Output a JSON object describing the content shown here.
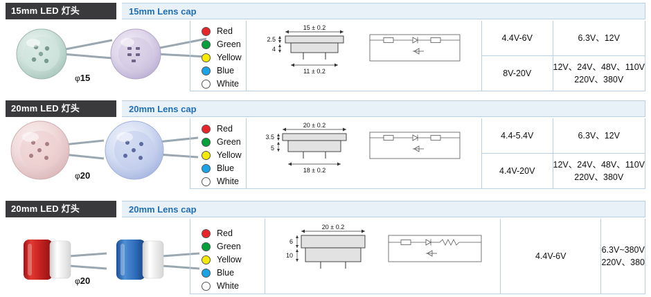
{
  "blocks": [
    {
      "id": "block-15mm",
      "header_dark": "15mm LED 灯头",
      "header_light": "15mm Lens cap",
      "diameter_label_prefix": "φ",
      "diameter_label_value": "15",
      "colors": [
        "Red",
        "Green",
        "Yellow",
        "Blue",
        "White"
      ],
      "color_hexes": [
        "#e8242a",
        "#00a13a",
        "#f5ea00",
        "#1ba3e8",
        "#ffffff"
      ],
      "drawing": {
        "width_dim": "15 ± 0.2",
        "base_dim": "11 ± 0.2",
        "height_dims": [
          "2.5",
          "4"
        ]
      },
      "dc_voltages": [
        "4.4V-6V",
        "8V-20V"
      ],
      "ac_voltages": [
        [
          "6.3V、12V"
        ],
        [
          "12V、24V、48V、110V",
          "220V、380V"
        ]
      ]
    },
    {
      "id": "block-20mm-a",
      "header_dark": "20mm LED 灯头",
      "header_light": "20mm Lens cap",
      "diameter_label_prefix": "φ",
      "diameter_label_value": "20",
      "colors": [
        "Red",
        "Green",
        "Yellow",
        "Blue",
        "White"
      ],
      "color_hexes": [
        "#e8242a",
        "#00a13a",
        "#f5ea00",
        "#1ba3e8",
        "#ffffff"
      ],
      "drawing": {
        "width_dim": "20 ± 0.2",
        "base_dim": "18 ± 0.2",
        "height_dims": [
          "3.5",
          "5"
        ]
      },
      "dc_voltages": [
        "4.4-5.4V",
        "4.4V-20V"
      ],
      "ac_voltages": [
        [
          "6.3V、12V"
        ],
        [
          "12V、24V、48V、110V",
          "220V、380V"
        ]
      ]
    },
    {
      "id": "block-20mm-b",
      "header_dark": "20mm LED 灯头",
      "header_light": "20mm Lens cap",
      "diameter_label_prefix": "φ",
      "diameter_label_value": "20",
      "colors": [
        "Red",
        "Green",
        "Yellow",
        "Blue",
        "White"
      ],
      "color_hexes": [
        "#e8242a",
        "#00a13a",
        "#f5ea00",
        "#1ba3e8",
        "#ffffff"
      ],
      "drawing": {
        "width_dim": "20 ± 0.2",
        "base_dim": "",
        "height_dims": [
          "6",
          "10"
        ]
      },
      "dc_voltages": [
        "4.4V-6V"
      ],
      "ac_voltages": [
        [
          "6.3V~380V",
          "220V、380"
        ]
      ]
    }
  ]
}
